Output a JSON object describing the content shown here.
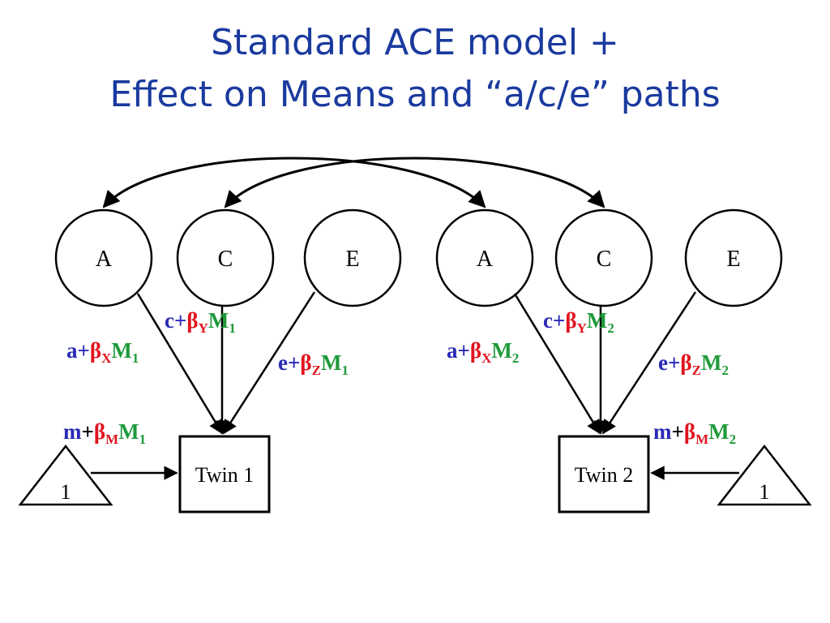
{
  "title": {
    "line1": "Standard ACE model +",
    "line2": "Effect on Means and “a/c/e” paths"
  },
  "latent_nodes": {
    "twin1": {
      "A": "A",
      "C": "C",
      "E": "E"
    },
    "twin2": {
      "A": "A",
      "C": "C",
      "E": "E"
    }
  },
  "observed": {
    "twin1": "Twin 1",
    "twin2": "Twin 2"
  },
  "constants": {
    "twin1": "1",
    "twin2": "1"
  },
  "paths": {
    "twin1": {
      "a": {
        "base": "a",
        "plus": "+",
        "beta": "β",
        "beta_sub": "X",
        "mod": "M",
        "mod_sub": "1"
      },
      "c": {
        "base": "c",
        "plus": "+",
        "beta": "β",
        "beta_sub": "Y",
        "mod": "M",
        "mod_sub": "1"
      },
      "e": {
        "base": "e",
        "plus": "+",
        "beta": "β",
        "beta_sub": "Z",
        "mod": "M",
        "mod_sub": "1"
      },
      "m": {
        "base": "m",
        "plus": "+",
        "beta": "β",
        "beta_sub": "M",
        "mod": "M",
        "mod_sub": "1"
      }
    },
    "twin2": {
      "a": {
        "base": "a",
        "plus": "+",
        "beta": "β",
        "beta_sub": "X",
        "mod": "M",
        "mod_sub": "2"
      },
      "c": {
        "base": "c",
        "plus": "+",
        "beta": "β",
        "beta_sub": "Y",
        "mod": "M",
        "mod_sub": "2"
      },
      "e": {
        "base": "e",
        "plus": "+",
        "beta": "β",
        "beta_sub": "Z",
        "mod": "M",
        "mod_sub": "2"
      },
      "m": {
        "base": "m",
        "plus": "+",
        "beta": "β",
        "beta_sub": "M",
        "mod": "M",
        "mod_sub": "2"
      }
    }
  },
  "colors": {
    "title": "#1a3a9e",
    "base_letter": "#2a2ab8",
    "beta": "#e0141e",
    "moderator": "#1f9a3a"
  }
}
